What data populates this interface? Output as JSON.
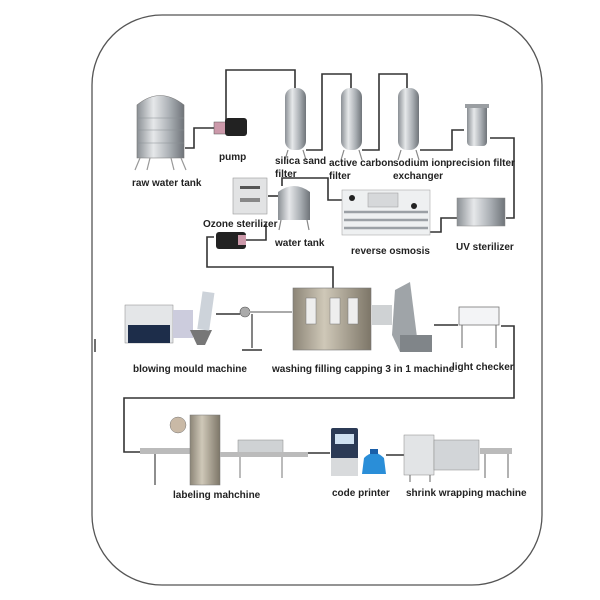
{
  "diagram": {
    "labels": {
      "raw_water_tank": "raw water tank",
      "pump": "pump",
      "silica_sand_filter_1": "silica sand",
      "silica_sand_filter_2": "filter",
      "active_carbon_filter_1": "active carbon",
      "active_carbon_filter_2": "filter",
      "sodium_ion_exchanger_1": "sodium ion",
      "sodium_ion_exchanger_2": "exchanger",
      "precision_filter": "precision filter",
      "ozone_sterilizer": "Ozone sterilizer",
      "water_tank": "water tank",
      "reverse_osmosis": "reverse osmosis",
      "uv_sterilizer": "UV sterilizer",
      "blowing_mould_machine": "blowing mould machine",
      "washing_filling_capping": "washing filling capping 3 in 1 machine",
      "light_checker": "light checker",
      "labeling_machine": "labeling mahchine",
      "code_printer": "code printer",
      "shrink_wrapping_machine": "shrink wrapping machine"
    },
    "colors": {
      "pipe": "#333333",
      "steel": "#b8bcc0",
      "border": "#555555"
    }
  }
}
